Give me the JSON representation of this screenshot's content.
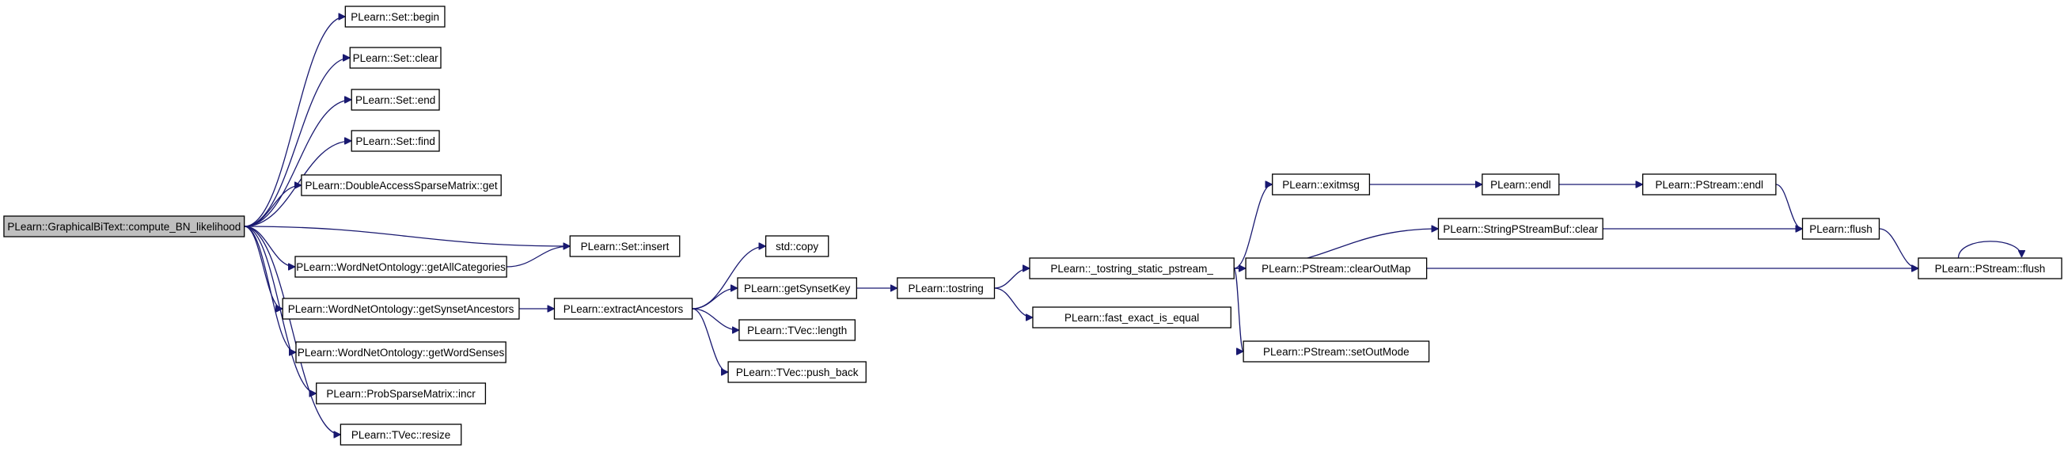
{
  "graph": {
    "edge_color": "#191970",
    "root_fill": "#bfbfbf",
    "node_fill": "#ffffff",
    "nodes": [
      {
        "id": "root",
        "label": "PLearn::GraphicalBiText::compute_BN_likelihood"
      },
      {
        "id": "set_begin",
        "label": "PLearn::Set::begin"
      },
      {
        "id": "set_clear",
        "label": "PLearn::Set::clear"
      },
      {
        "id": "set_end",
        "label": "PLearn::Set::end"
      },
      {
        "id": "set_find",
        "label": "PLearn::Set::find"
      },
      {
        "id": "dasm_get",
        "label": "PLearn::DoubleAccessSparseMatrix::get"
      },
      {
        "id": "set_insert",
        "label": "PLearn::Set::insert"
      },
      {
        "id": "wno_getallcat",
        "label": "PLearn::WordNetOntology::getAllCategories"
      },
      {
        "id": "wno_getsynanc",
        "label": "PLearn::WordNetOntology::getSynsetAncestors"
      },
      {
        "id": "wno_getwordsenses",
        "label": "PLearn::WordNetOntology::getWordSenses"
      },
      {
        "id": "psm_incr",
        "label": "PLearn::ProbSparseMatrix::incr"
      },
      {
        "id": "tvec_resize",
        "label": "PLearn::TVec::resize"
      },
      {
        "id": "extractanc",
        "label": "PLearn::extractAncestors"
      },
      {
        "id": "std_copy",
        "label": "std::copy"
      },
      {
        "id": "getsynsetkey",
        "label": "PLearn::getSynsetKey"
      },
      {
        "id": "tvec_length",
        "label": "PLearn::TVec::length"
      },
      {
        "id": "tvec_pushback",
        "label": "PLearn::TVec::push_back"
      },
      {
        "id": "tostring",
        "label": "PLearn::tostring"
      },
      {
        "id": "tostring_static",
        "label": "PLearn::_tostring_static_pstream_"
      },
      {
        "id": "fast_exact",
        "label": "PLearn::fast_exact_is_equal"
      },
      {
        "id": "exitmsg",
        "label": "PLearn::exitmsg"
      },
      {
        "id": "spsb_clear",
        "label": "PLearn::StringPStreamBuf::clear"
      },
      {
        "id": "ps_clearoutmap",
        "label": "PLearn::PStream::clearOutMap"
      },
      {
        "id": "ps_setoutmode",
        "label": "PLearn::PStream::setOutMode"
      },
      {
        "id": "endl",
        "label": "PLearn::endl"
      },
      {
        "id": "ps_endl",
        "label": "PLearn::PStream::endl"
      },
      {
        "id": "flush",
        "label": "PLearn::flush"
      },
      {
        "id": "ps_flush",
        "label": "PLearn::PStream::flush"
      }
    ],
    "edges": [
      {
        "from": "root",
        "to": "set_begin"
      },
      {
        "from": "root",
        "to": "set_clear"
      },
      {
        "from": "root",
        "to": "set_end"
      },
      {
        "from": "root",
        "to": "set_find"
      },
      {
        "from": "root",
        "to": "dasm_get"
      },
      {
        "from": "root",
        "to": "set_insert"
      },
      {
        "from": "root",
        "to": "wno_getallcat"
      },
      {
        "from": "root",
        "to": "wno_getsynanc"
      },
      {
        "from": "root",
        "to": "wno_getwordsenses"
      },
      {
        "from": "root",
        "to": "psm_incr"
      },
      {
        "from": "root",
        "to": "tvec_resize"
      },
      {
        "from": "wno_getallcat",
        "to": "set_insert"
      },
      {
        "from": "wno_getsynanc",
        "to": "extractanc"
      },
      {
        "from": "extractanc",
        "to": "std_copy"
      },
      {
        "from": "extractanc",
        "to": "getsynsetkey"
      },
      {
        "from": "extractanc",
        "to": "tvec_length"
      },
      {
        "from": "extractanc",
        "to": "tvec_pushback"
      },
      {
        "from": "getsynsetkey",
        "to": "tostring"
      },
      {
        "from": "tostring",
        "to": "tostring_static"
      },
      {
        "from": "tostring",
        "to": "fast_exact"
      },
      {
        "from": "tostring_static",
        "to": "exitmsg"
      },
      {
        "from": "tostring_static",
        "to": "spsb_clear"
      },
      {
        "from": "tostring_static",
        "to": "ps_clearoutmap"
      },
      {
        "from": "tostring_static",
        "to": "ps_setoutmode"
      },
      {
        "from": "tostring_static",
        "to": "ps_flush"
      },
      {
        "from": "exitmsg",
        "to": "endl"
      },
      {
        "from": "endl",
        "to": "ps_endl"
      },
      {
        "from": "ps_endl",
        "to": "flush"
      },
      {
        "from": "spsb_clear",
        "to": "flush"
      },
      {
        "from": "flush",
        "to": "ps_flush"
      },
      {
        "from": "ps_flush",
        "to": "ps_flush"
      }
    ]
  }
}
